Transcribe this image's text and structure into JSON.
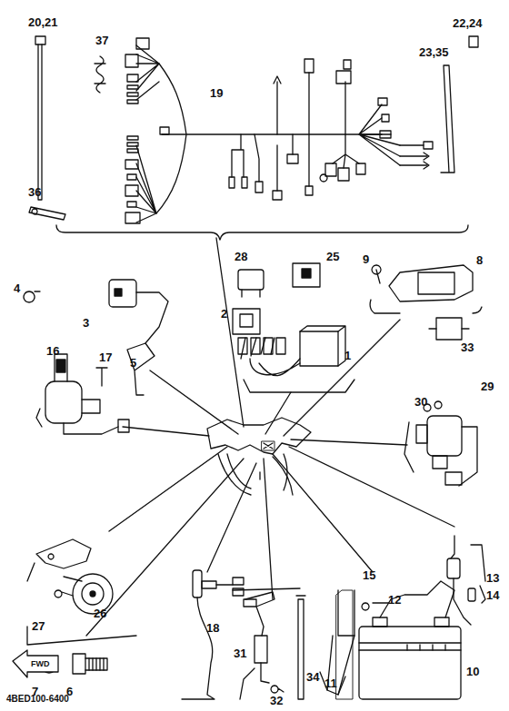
{
  "diagram": {
    "labels": [
      "20,21",
      "37",
      "19",
      "22,24",
      "23,35",
      "36",
      "4",
      "3",
      "28",
      "25",
      "9",
      "8",
      "2",
      "1",
      "33",
      "5",
      "16",
      "17",
      "30",
      "29",
      "13",
      "14",
      "12",
      "26",
      "27",
      "15",
      "7",
      "6",
      "18",
      "31",
      "34",
      "10",
      "32",
      "11",
      "4BED100-6400",
      "FWD"
    ]
  }
}
